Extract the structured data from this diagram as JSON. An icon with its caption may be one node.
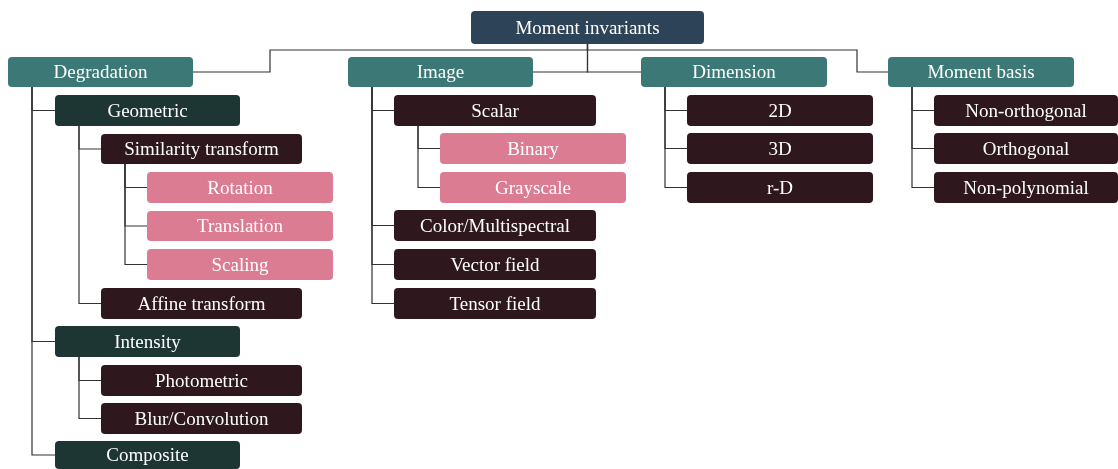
{
  "diagram": {
    "nodes": [
      {
        "text": [
          "Moment invariants"
        ]
      },
      {
        "text": [
          "Degradation"
        ]
      },
      {
        "text": [
          "Geometric"
        ]
      },
      {
        "text": [
          "Similarity transform"
        ]
      },
      {
        "text": [
          "Rotation"
        ]
      },
      {
        "text": [
          "Translation"
        ]
      },
      {
        "text": [
          "Scaling"
        ]
      },
      {
        "text": [
          "Affine transform"
        ]
      },
      {
        "text": [
          "Intensity"
        ]
      },
      {
        "text": [
          "Photometric"
        ]
      },
      {
        "text": [
          "Blur/Convolution"
        ]
      },
      {
        "text": [
          "Composite"
        ]
      },
      {
        "text": [
          "Image"
        ]
      },
      {
        "text": [
          "Scalar"
        ]
      },
      {
        "text": [
          "Binary"
        ]
      },
      {
        "text": [
          "Grayscale"
        ]
      },
      {
        "text": [
          "Color/Multispectral"
        ]
      },
      {
        "text": [
          "Vector field"
        ]
      },
      {
        "text": [
          "Tensor field"
        ]
      },
      {
        "text": [
          "Dimension"
        ]
      },
      {
        "text": [
          "2D"
        ]
      },
      {
        "text": [
          "3D"
        ]
      },
      {
        "text": [
          "r-D"
        ]
      },
      {
        "text": [
          "Moment basis"
        ]
      },
      {
        "text": [
          "Non-orthogonal"
        ]
      },
      {
        "text": [
          "Orthogonal"
        ]
      },
      {
        "text": [
          "Non-polynomial"
        ]
      }
    ],
    "edges": [
      {
        "from": 0,
        "to": 1,
        "arrow": "none"
      },
      {
        "from": 0,
        "to": 12,
        "arrow": "none"
      },
      {
        "from": 0,
        "to": 19,
        "arrow": "none"
      },
      {
        "from": 0,
        "to": 23,
        "arrow": "none"
      },
      {
        "from": 1,
        "to": 2,
        "arrow": "none"
      },
      {
        "from": 1,
        "to": 8,
        "arrow": "none"
      },
      {
        "from": 1,
        "to": 11,
        "arrow": "none"
      },
      {
        "from": 2,
        "to": 3,
        "arrow": "none"
      },
      {
        "from": 2,
        "to": 7,
        "arrow": "none"
      },
      {
        "from": 3,
        "to": 4,
        "arrow": "none"
      },
      {
        "from": 3,
        "to": 5,
        "arrow": "none"
      },
      {
        "from": 3,
        "to": 6,
        "arrow": "none"
      },
      {
        "from": 8,
        "to": 9,
        "arrow": "none"
      },
      {
        "from": 8,
        "to": 10,
        "arrow": "none"
      },
      {
        "from": 12,
        "to": 13,
        "arrow": "none"
      },
      {
        "from": 12,
        "to": 16,
        "arrow": "none"
      },
      {
        "from": 12,
        "to": 17,
        "arrow": "none"
      },
      {
        "from": 12,
        "to": 18,
        "arrow": "none"
      },
      {
        "from": 13,
        "to": 14,
        "arrow": "none"
      },
      {
        "from": 13,
        "to": 15,
        "arrow": "none"
      },
      {
        "from": 19,
        "to": 20,
        "arrow": "none"
      },
      {
        "from": 19,
        "to": 21,
        "arrow": "none"
      },
      {
        "from": 19,
        "to": 22,
        "arrow": "none"
      },
      {
        "from": 23,
        "to": 24,
        "arrow": "none"
      },
      {
        "from": 23,
        "to": 25,
        "arrow": "none"
      },
      {
        "from": 23,
        "to": 26,
        "arrow": "none"
      }
    ]
  }
}
